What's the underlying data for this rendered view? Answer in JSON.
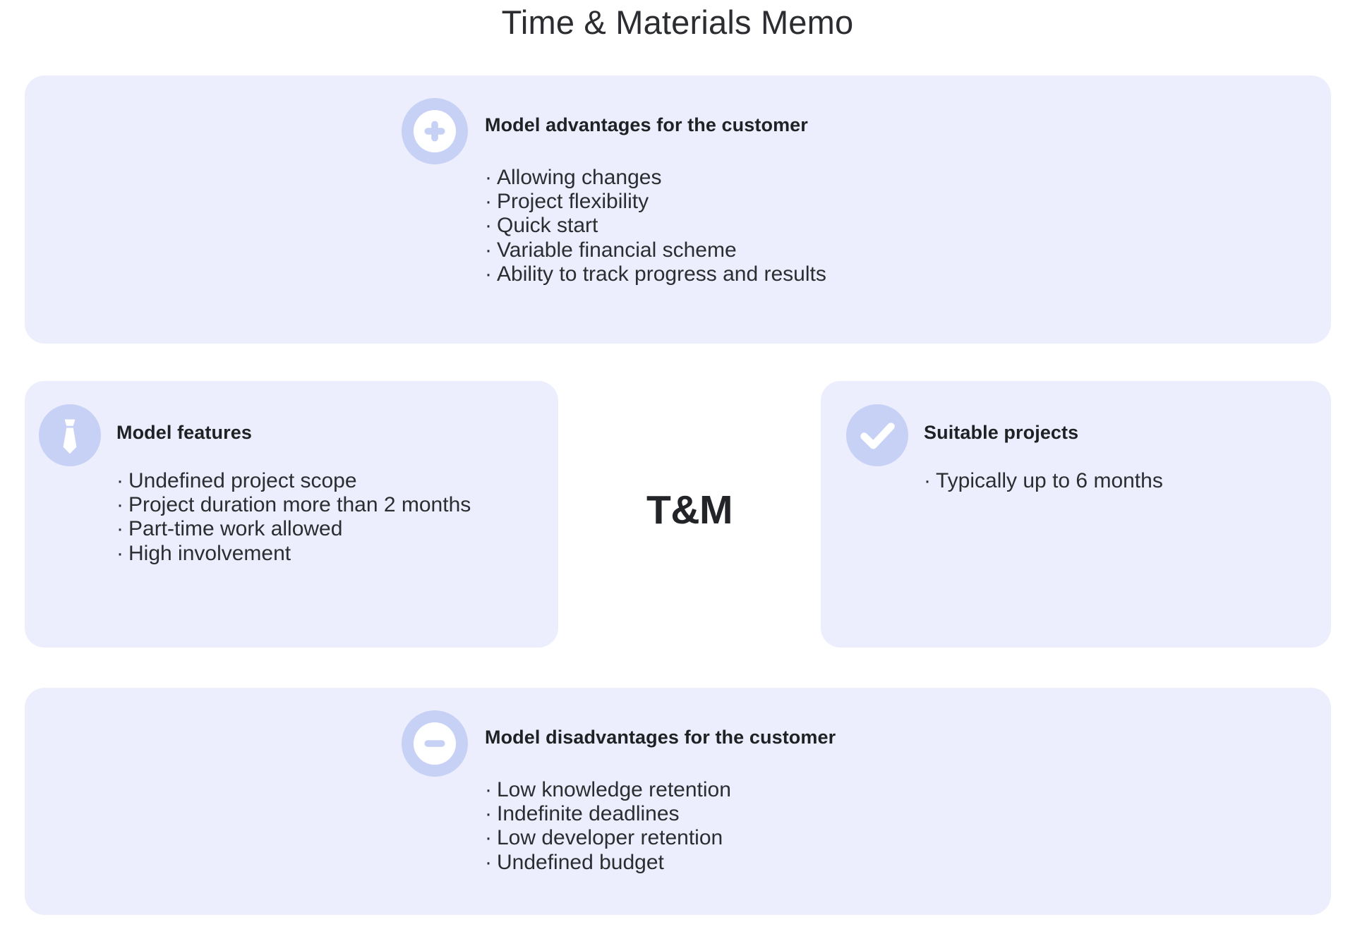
{
  "title": "Time & Materials Memo",
  "center_label": "T&M",
  "colors": {
    "card_background": "#eceefd",
    "badge_background": "#c6d1f5",
    "badge_glyph": "#ffffff",
    "text": "#2b2d31",
    "heading": "#1f2125",
    "page_background": "#ffffff"
  },
  "bullet_char": "·",
  "cards": {
    "advantages": {
      "icon": "plus-circle-icon",
      "heading": "Model advantages for the customer",
      "bullets": [
        "Allowing changes",
        "Project flexibility",
        "Quick start",
        "Variable financial scheme",
        "Ability to track progress and results"
      ]
    },
    "features": {
      "icon": "necktie-icon",
      "heading": "Model features",
      "bullets": [
        "Undefined project scope",
        "Project duration more than 2 months",
        "Part-time work allowed",
        "High involvement"
      ]
    },
    "suitable": {
      "icon": "check-circle-icon",
      "heading": "Suitable projects",
      "bullets": [
        "Typically up to 6 months"
      ]
    },
    "disadvantages": {
      "icon": "minus-circle-icon",
      "heading": "Model disadvantages for the customer",
      "bullets": [
        "Low knowledge retention",
        "Indefinite deadlines",
        "Low developer retention",
        "Undefined budget"
      ]
    }
  }
}
